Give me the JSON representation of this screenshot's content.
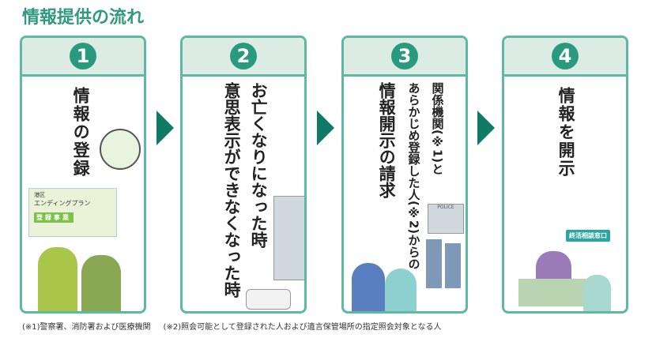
{
  "title": "情報提供の流れ",
  "steps": [
    {
      "num": "1",
      "lines": [
        "情報の登録"
      ],
      "card_text": {
        "ward": "港区",
        "plan": "エンディングプラン",
        "reg": "登録事業"
      }
    },
    {
      "num": "2",
      "lines": [
        "お亡くなりになった時",
        "意思表示ができなくなった時"
      ]
    },
    {
      "num": "3",
      "lines": [
        "関係機関(※1)と",
        "あらかじめ登録した人(※2)からの",
        "情報開示の請求"
      ],
      "police_sign": "POLICE"
    },
    {
      "num": "4",
      "lines": [
        "情報を開示"
      ],
      "sign": "終活相談窓口"
    }
  ],
  "notes": [
    "(※1)警察署、消防署および医療機関",
    "(※2)照会可能として登録された人および遺言保管場所の指定照会対象となる人"
  ]
}
